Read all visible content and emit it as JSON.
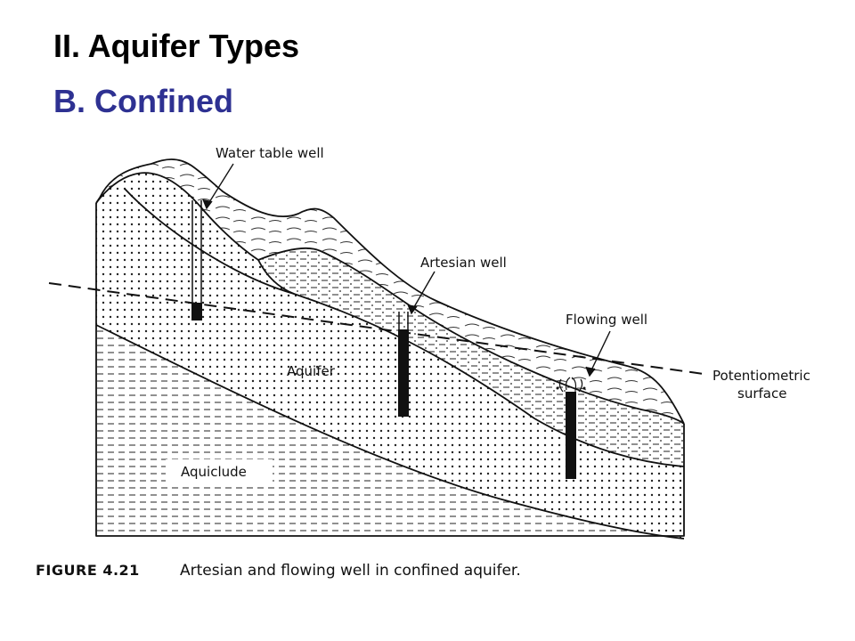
{
  "slide": {
    "title": "II.  Aquifer Types",
    "subtitle": "B.  Confined"
  },
  "figure": {
    "labels": {
      "water_table_well": "Water table well",
      "artesian_well": "Artesian well",
      "flowing_well": "Flowing well",
      "potentiometric_line1": "Potentiometric",
      "potentiometric_line2": "surface",
      "aquifer": "Aquifer",
      "aquiclude": "Aquiclude"
    },
    "caption_number": "FIGURE 4.21",
    "caption_text": "Artesian and flowing well in confined aquifer."
  },
  "colors": {
    "title": "#000000",
    "subtitle": "#2e3192",
    "line_art": "#111111"
  }
}
